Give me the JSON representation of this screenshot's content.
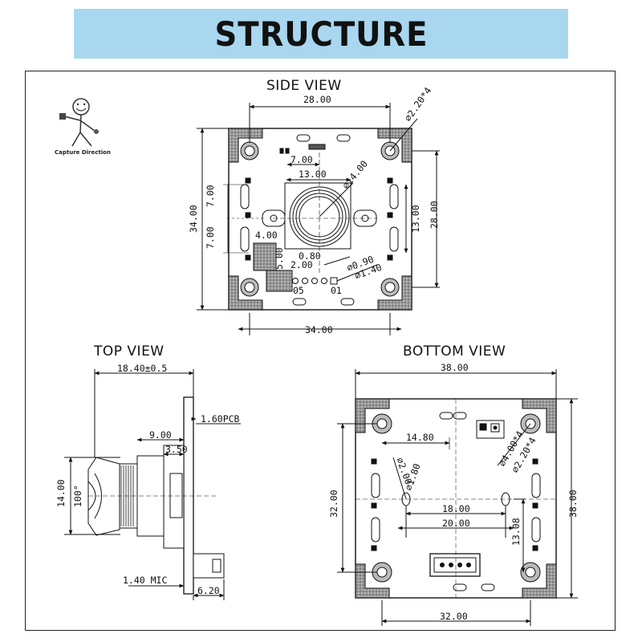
{
  "title": "STRUCTURE",
  "views": {
    "side": "SIDE VIEW",
    "top": "TOP VIEW",
    "bottom": "BOTTOM VIEW"
  },
  "logo_text": "Capture Direction",
  "side_dims": {
    "width_top": "28.00",
    "hole": "⌀2.20*4",
    "d7_top": "7.00",
    "d13": "13.00",
    "lens": "⌀14.00",
    "left_7a": "7.00",
    "left_7b": "7.00",
    "height_34": "34.00",
    "right_13": "13.00",
    "right_28": "28.00",
    "d4": "4.00",
    "d5": "5.00",
    "d080": "0.80",
    "d200": "2.00",
    "d090": "⌀0.90",
    "d140": "⌀1.40",
    "width_bottom": "34.00",
    "pin05": "05",
    "pin01": "01"
  },
  "top_dims": {
    "overall": "18.40±0.5",
    "pcb": "1.60PCB",
    "d9": "9.00",
    "d350": "3.50",
    "height_14": "14.00",
    "angle": "100°",
    "mic": "1.40 MIC",
    "d620": "6.20"
  },
  "bottom_dims": {
    "width_top": "38.00",
    "d1480": "14.80",
    "d2": "⌀2.00",
    "d180": "⌀1.80",
    "hole4": "⌀4.00*4",
    "hole220": "⌀2.20*4",
    "left_32": "32.00",
    "right_38": "38.00",
    "d18": "18.00",
    "d20": "20.00",
    "d1308": "13.08",
    "width_bottom": "32.00"
  }
}
